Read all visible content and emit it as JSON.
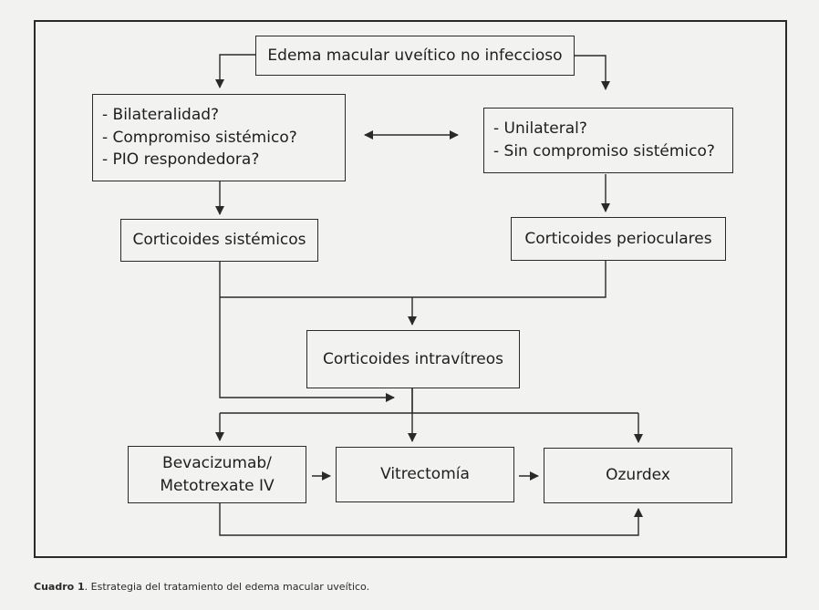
{
  "nodes": {
    "root": "Edema macular uveítico no infeccioso",
    "left_criteria": [
      "- Bilateralidad?",
      "- Compromiso sistémico?",
      "- PIO respondedora?"
    ],
    "right_criteria": [
      "- Unilateral?",
      "- Sin compromiso sistémico?"
    ],
    "systemic": "Corticoides sistémicos",
    "periocular": "Corticoides perioculares",
    "intravitreal": "Corticoides intravítreos",
    "bevacizumab": [
      "Bevacizumab/",
      "Metotrexate IV"
    ],
    "vitrectomy": "Vitrectomía",
    "ozurdex": "Ozurdex"
  },
  "caption": {
    "label": "Cuadro 1",
    "text": ". Estrategia del tratamiento del edema macular uveítico."
  }
}
